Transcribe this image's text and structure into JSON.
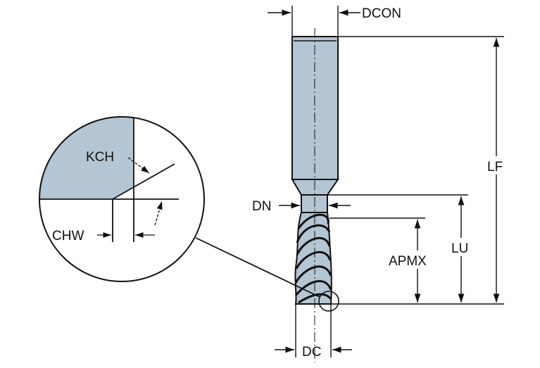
{
  "labels": {
    "dcon": "DCON",
    "lf": "LF",
    "dn": "DN",
    "lu": "LU",
    "apmx": "APMX",
    "dc": "DC",
    "kch": "KCH",
    "chw": "CHW"
  },
  "colors": {
    "tool_fill": "#b4c5d3",
    "line": "#111111",
    "background": "#ffffff"
  }
}
